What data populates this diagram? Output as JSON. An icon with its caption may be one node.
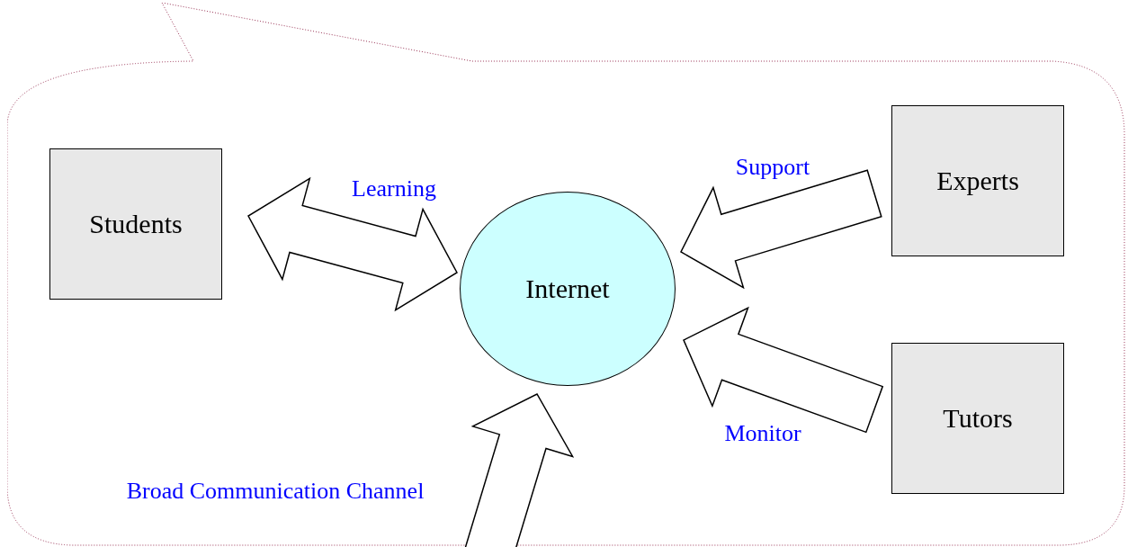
{
  "diagram": {
    "nodes": [
      {
        "text": [],
        "shape": "callout"
      },
      {
        "text": [
          "Students"
        ],
        "in": 0
      },
      {
        "text": [
          "Internet"
        ],
        "in": 0
      },
      {
        "text": [
          "Experts"
        ],
        "in": 0
      },
      {
        "text": [
          "Tutors"
        ],
        "in": 0
      }
    ],
    "edges": [
      {
        "from": 1,
        "to": 2,
        "arrow": "both",
        "label": "Learning"
      },
      {
        "from": 3,
        "to": 2,
        "arrow": "to",
        "label": "Support"
      },
      {
        "from": 4,
        "to": 2,
        "arrow": "to",
        "label": "Monitor"
      },
      {
        "from": null,
        "to": 2,
        "arrow": "to",
        "label": "Broad Communication Channel"
      }
    ]
  }
}
